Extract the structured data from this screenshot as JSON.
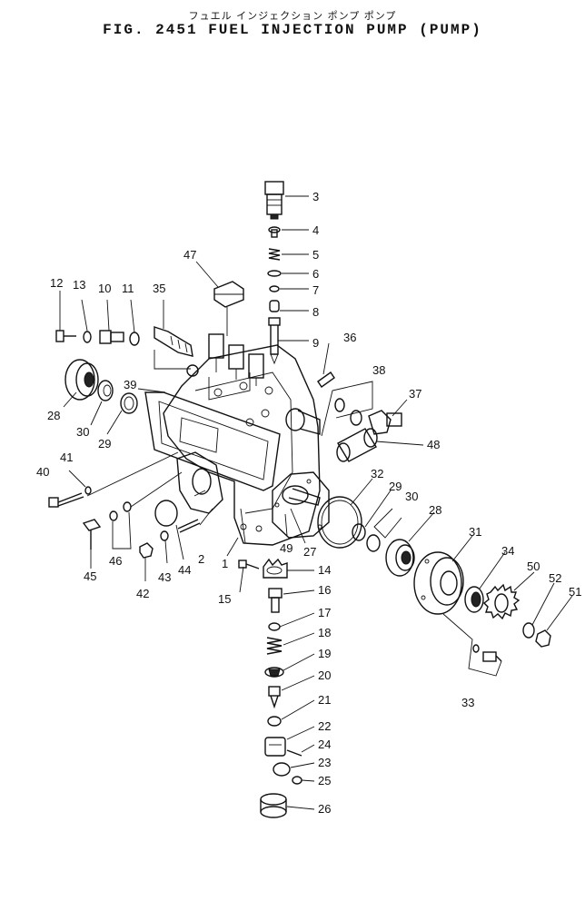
{
  "header": {
    "title_jp": "フュエル インジェクション ポンプ ポンプ",
    "title_en": "FIG. 2451 FUEL INJECTION PUMP (PUMP)"
  },
  "callouts": [
    {
      "id": "c1",
      "label": "1"
    },
    {
      "id": "c2",
      "label": "2"
    },
    {
      "id": "c3",
      "label": "3"
    },
    {
      "id": "c4",
      "label": "4"
    },
    {
      "id": "c5",
      "label": "5"
    },
    {
      "id": "c6",
      "label": "6"
    },
    {
      "id": "c7",
      "label": "7"
    },
    {
      "id": "c8",
      "label": "8"
    },
    {
      "id": "c9",
      "label": "9"
    },
    {
      "id": "c10",
      "label": "10"
    },
    {
      "id": "c11",
      "label": "11"
    },
    {
      "id": "c12",
      "label": "12"
    },
    {
      "id": "c13",
      "label": "13"
    },
    {
      "id": "c14",
      "label": "14"
    },
    {
      "id": "c15",
      "label": "15"
    },
    {
      "id": "c16",
      "label": "16"
    },
    {
      "id": "c17",
      "label": "17"
    },
    {
      "id": "c18",
      "label": "18"
    },
    {
      "id": "c19",
      "label": "19"
    },
    {
      "id": "c20",
      "label": "20"
    },
    {
      "id": "c21",
      "label": "21"
    },
    {
      "id": "c22",
      "label": "22"
    },
    {
      "id": "c23",
      "label": "23"
    },
    {
      "id": "c24",
      "label": "24"
    },
    {
      "id": "c25",
      "label": "25"
    },
    {
      "id": "c26",
      "label": "26"
    },
    {
      "id": "c27",
      "label": "27"
    },
    {
      "id": "c28a",
      "label": "28"
    },
    {
      "id": "c28b",
      "label": "28"
    },
    {
      "id": "c29a",
      "label": "29"
    },
    {
      "id": "c29b",
      "label": "29"
    },
    {
      "id": "c30a",
      "label": "30"
    },
    {
      "id": "c30b",
      "label": "30"
    },
    {
      "id": "c31",
      "label": "31"
    },
    {
      "id": "c32",
      "label": "32"
    },
    {
      "id": "c33",
      "label": "33"
    },
    {
      "id": "c34",
      "label": "34"
    },
    {
      "id": "c35",
      "label": "35"
    },
    {
      "id": "c36",
      "label": "36"
    },
    {
      "id": "c37",
      "label": "37"
    },
    {
      "id": "c38",
      "label": "38"
    },
    {
      "id": "c39",
      "label": "39"
    },
    {
      "id": "c40",
      "label": "40"
    },
    {
      "id": "c41",
      "label": "41"
    },
    {
      "id": "c42",
      "label": "42"
    },
    {
      "id": "c43",
      "label": "43"
    },
    {
      "id": "c44",
      "label": "44"
    },
    {
      "id": "c45",
      "label": "45"
    },
    {
      "id": "c46",
      "label": "46"
    },
    {
      "id": "c47",
      "label": "47"
    },
    {
      "id": "c48",
      "label": "48"
    },
    {
      "id": "c49",
      "label": "49"
    },
    {
      "id": "c50",
      "label": "50"
    },
    {
      "id": "c51",
      "label": "51"
    },
    {
      "id": "c52",
      "label": "52"
    }
  ]
}
